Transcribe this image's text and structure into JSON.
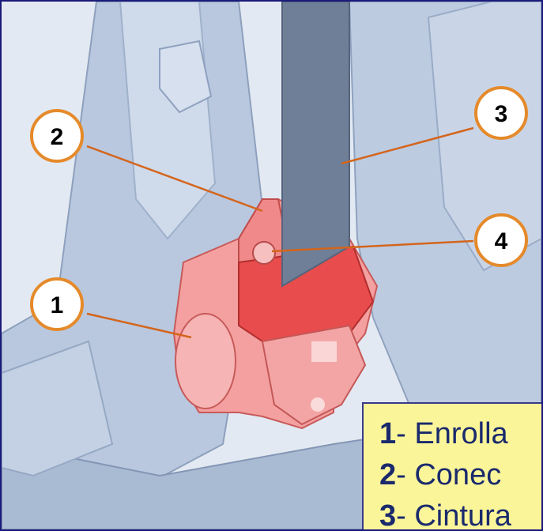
{
  "callouts": [
    {
      "label": "1"
    },
    {
      "label": "2"
    },
    {
      "label": "3"
    },
    {
      "label": "4"
    }
  ],
  "legend": {
    "items": [
      {
        "num": "1",
        "text": "- Enrolla"
      },
      {
        "num": "2",
        "text": "- Conec"
      },
      {
        "num": "3",
        "text": "- Cintura"
      }
    ]
  },
  "colors": {
    "frame_border": "#1a1a7a",
    "body_panel": "#b7c6dc",
    "highlight_red": "#f08a8a",
    "belt": "#6f7f98",
    "callout_ring": "#e58a2b",
    "leader_line": "#d4651c",
    "legend_bg": "#fbf59a",
    "legend_text": "#1a2a6c"
  }
}
